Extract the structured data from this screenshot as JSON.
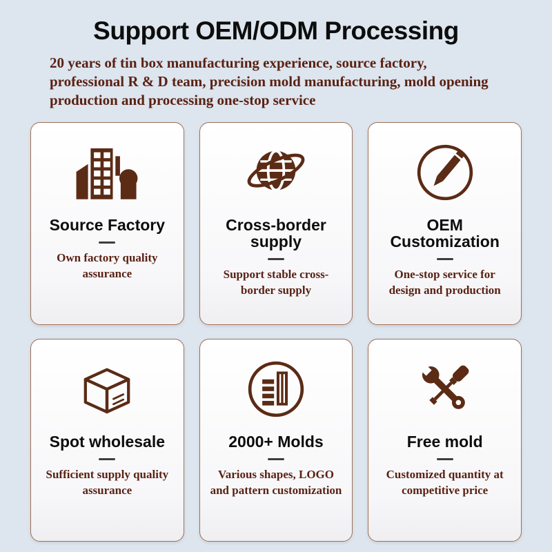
{
  "page": {
    "title": "Support OEM/ODM Processing",
    "subtitle": "20 years of tin box manufacturing experience, source factory, professional R & D team, precision mold manufacturing, mold opening production and processing one-stop service"
  },
  "colors": {
    "background": "#dde5ee",
    "card_border": "#9c7157",
    "icon_brown": "#5b2b15",
    "text_maroon": "#5a2113",
    "title_black": "#0d0d0d"
  },
  "cards": [
    {
      "icon": "factory-icon",
      "title": "Source Factory",
      "description": "Own factory quality assurance"
    },
    {
      "icon": "globe-icon",
      "title": "Cross-border supply",
      "description": "Support stable cross-border supply"
    },
    {
      "icon": "pencil-icon",
      "title": "OEM Customization",
      "description": "One-stop service for design and production"
    },
    {
      "icon": "box-icon",
      "title": "Spot wholesale",
      "description": "Sufficient supply quality assurance"
    },
    {
      "icon": "building-icon",
      "title": "2000+ Molds",
      "description": "Various shapes, LOGO and pattern customization"
    },
    {
      "icon": "tools-icon",
      "title": "Free mold",
      "description": "Customized quantity at competitive price"
    }
  ]
}
